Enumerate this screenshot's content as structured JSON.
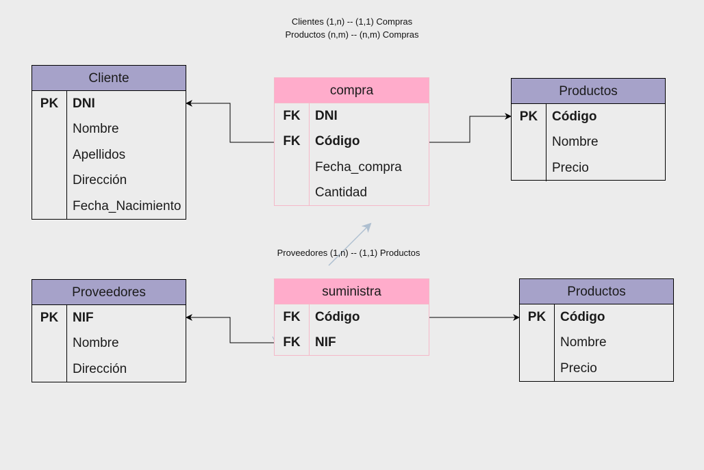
{
  "notes": {
    "line1": "Clientes (1,n) -- (1,1) Compras",
    "line2": "Productos (n,m) -- (n,m) Compras",
    "line3": "Proveedores (1,n) -- (1,1) Productos"
  },
  "colors": {
    "entity_header": "#a6a2c9",
    "relation_header": "#ffaccb",
    "relation_border": "#f5b8c8",
    "background": "#ececec"
  },
  "tables": {
    "cliente": {
      "title": "Cliente",
      "rows": [
        {
          "key": "PK",
          "field": "DNI"
        },
        {
          "key": "",
          "field": "Nombre"
        },
        {
          "key": "",
          "field": "Apellidos"
        },
        {
          "key": "",
          "field": "Dirección"
        },
        {
          "key": "",
          "field": "Fecha_Nacimiento"
        }
      ]
    },
    "compra": {
      "title": "compra",
      "rows": [
        {
          "key": "FK",
          "field": "DNI"
        },
        {
          "key": "FK",
          "field": "Código"
        },
        {
          "key": "",
          "field": "Fecha_compra"
        },
        {
          "key": "",
          "field": "Cantidad"
        }
      ]
    },
    "productos_top": {
      "title": "Productos",
      "rows": [
        {
          "key": "PK",
          "field": "Código"
        },
        {
          "key": "",
          "field": "Nombre"
        },
        {
          "key": "",
          "field": "Precio"
        }
      ]
    },
    "proveedores": {
      "title": "Proveedores",
      "rows": [
        {
          "key": "PK",
          "field": "NIF"
        },
        {
          "key": "",
          "field": "Nombre"
        },
        {
          "key": "",
          "field": "Dirección"
        }
      ]
    },
    "suministra": {
      "title": "suministra",
      "rows": [
        {
          "key": "FK",
          "field": "Código"
        },
        {
          "key": "FK",
          "field": "NIF"
        }
      ]
    },
    "productos_bottom": {
      "title": "Productos",
      "rows": [
        {
          "key": "PK",
          "field": "Código"
        },
        {
          "key": "",
          "field": "Nombre"
        },
        {
          "key": "",
          "field": "Precio"
        }
      ]
    }
  }
}
